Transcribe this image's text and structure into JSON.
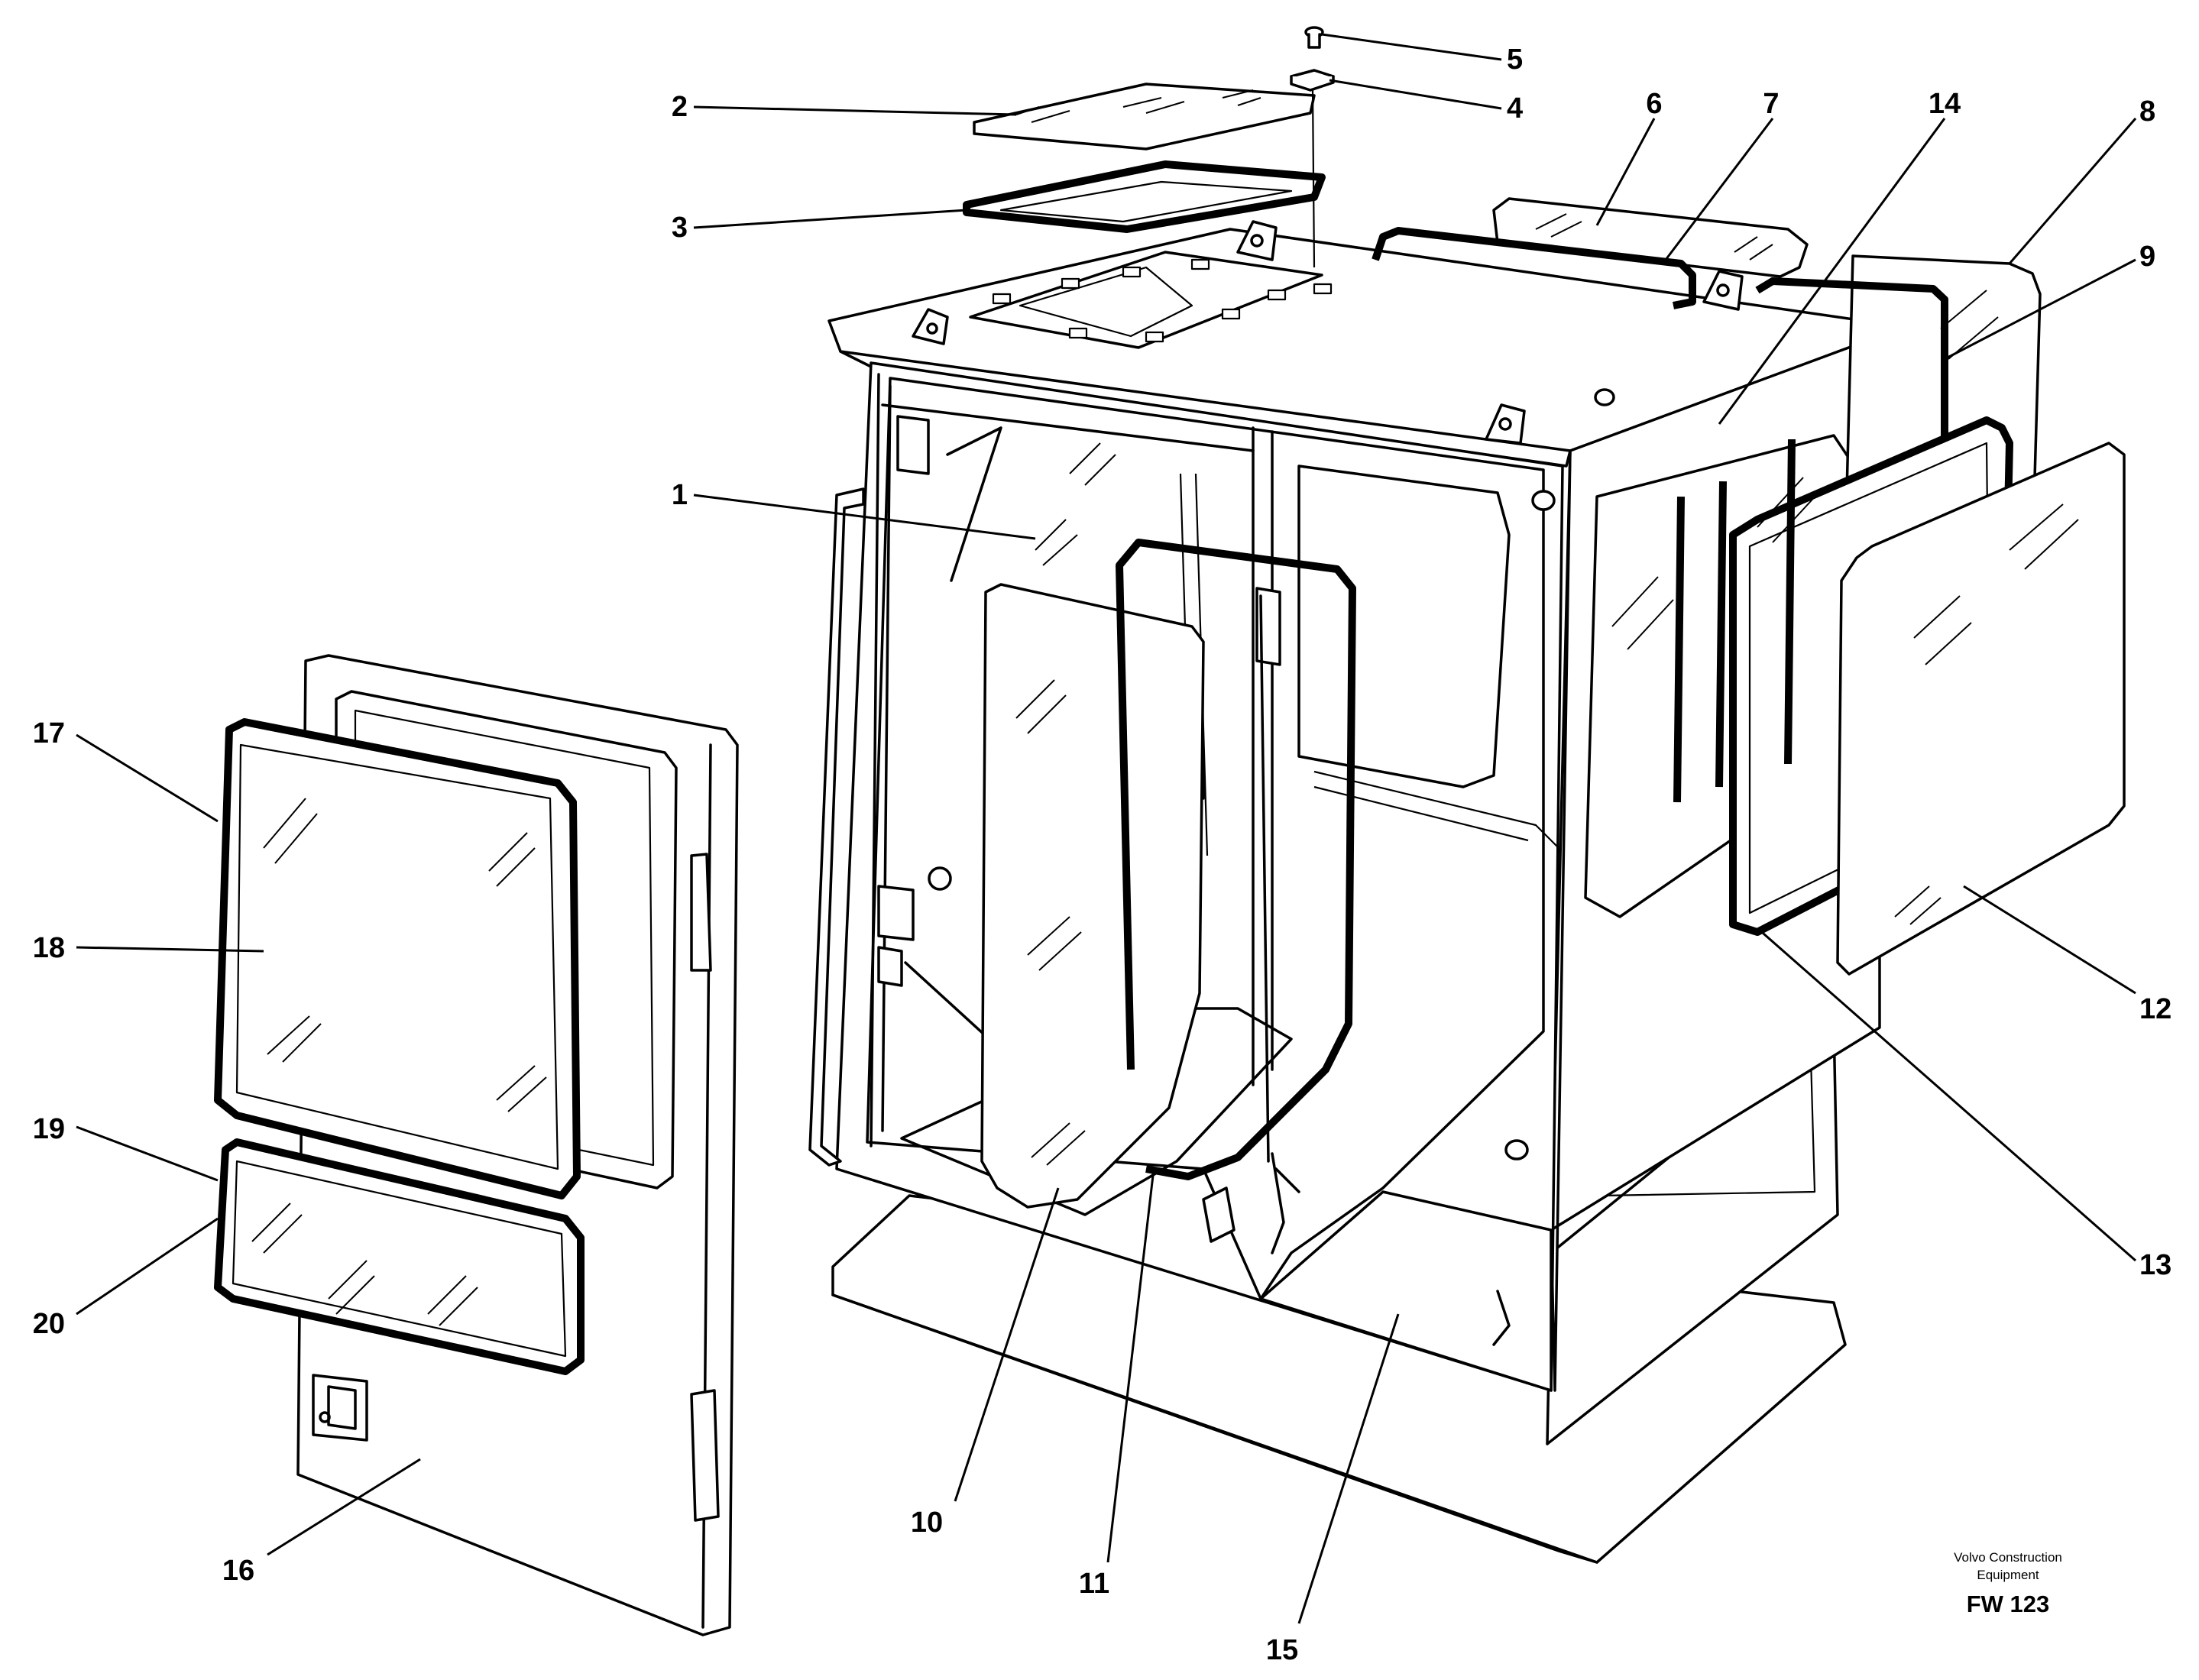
{
  "callouts": [
    "1",
    "2",
    "3",
    "4",
    "5",
    "6",
    "7",
    "8",
    "9",
    "10",
    "11",
    "12",
    "13",
    "14",
    "15",
    "16",
    "17",
    "18",
    "19",
    "20"
  ],
  "credit": {
    "line1": "Volvo Construction",
    "line2": "Equipment",
    "code": "FW 123"
  }
}
